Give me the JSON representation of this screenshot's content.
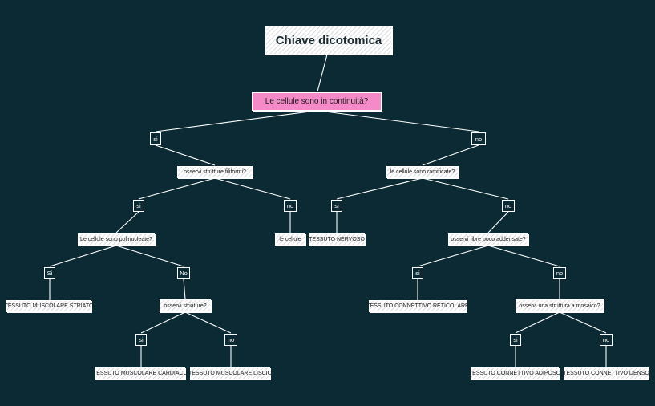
{
  "title": "Chiave dicotomica",
  "nodes": {
    "root": "Le cellule sono in continuità?",
    "a_si": "si",
    "a_no": "no",
    "q_filiformi": "osservi strutture filiformi?",
    "q_ramificate": "le cellule sono ramificate?",
    "b_si": "si",
    "b_no": "no",
    "c_si": "si",
    "c_no": "no",
    "q_polinucleate": "Le cellule sono polinucleate?",
    "leaf_le_cellule": "le cellule",
    "leaf_nervoso": "TESSUTO NERVOSO",
    "q_fibre": "osservi fibre poco addensate?",
    "d_si": "Si",
    "d_no": "No",
    "e_si": "si",
    "e_no": "no",
    "leaf_striato": "TESSUTO MUSCOLARE STRIATO",
    "q_striature": "osservi striature?",
    "leaf_reticolare": "TESSUTO CONNETTIVO RETICOLARE",
    "q_mosaico": "osservi una struttura a mosaico?",
    "f_si": "si",
    "f_no": "no",
    "g_si": "si",
    "g_no": "no",
    "leaf_cardiaco": "TESSUTO MUSCOLARE CARDIACO",
    "leaf_liscio": "TESSUTO MUSCOLARE LISCIO",
    "leaf_adiposo": "TESSUTO CONNETTIVO ADIPOSO",
    "leaf_denso": "TESSUTO CONNETTIVO DENSO"
  }
}
